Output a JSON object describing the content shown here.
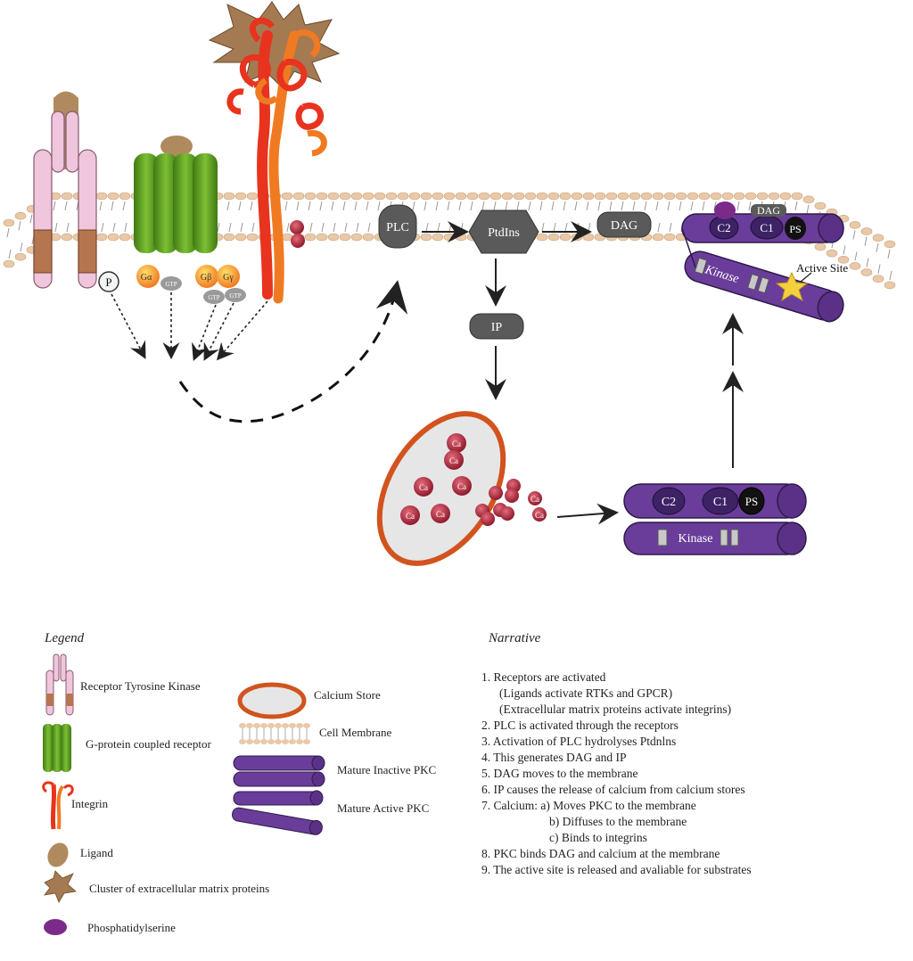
{
  "nodes": {
    "plc": "PLC",
    "ptdins": "PtdIns",
    "dag": "DAG",
    "ip": "IP",
    "p_label": "P",
    "g_alpha": "Gα",
    "g_beta": "Gβ",
    "g_gamma": "Gγ",
    "gtp": "GTP",
    "ca": "Ca",
    "c1": "C1",
    "c2": "C2",
    "ps": "PS",
    "kinase": "Kinase",
    "active_site": "Active Site"
  },
  "legend": {
    "title": "Legend",
    "rtk": "Receptor Tyrosine Kinase",
    "gpcr": "G-protein coupled receptor",
    "integrin": "Integrin",
    "ligand": "Ligand",
    "ecm": "Cluster of extracellular matrix proteins",
    "ps": "Phosphatidylserine",
    "calcium_store": "Calcium Store",
    "membrane": "Cell Membrane",
    "inactive_pkc": "Mature Inactive PKC",
    "active_pkc": "Mature Active PKC"
  },
  "narrative": {
    "title": "Narrative",
    "lines": [
      "1. Receptors are activated",
      "(Ligands activate RTKs and GPCR)",
      "(Extracellular matrix proteins activate integrins)",
      "2. PLC is activated through the receptors",
      "3. Activation of PLC hydrolyses Ptdnlns",
      "4. This generates DAG and IP",
      "5. DAG moves to the membrane",
      "6. IP causes the release of calcium from calcium stores",
      "7. Calcium: a) Moves PKC to the membrane",
      "b) Diffuses to the membrane",
      "c) Binds to integrins",
      "8. PKC binds DAG and calcium at the membrane",
      "9. The active site is released and avaliable for substrates"
    ]
  },
  "colors": {
    "membrane_head": "#e9c9a8",
    "rtk_pink": "#f0c6dc",
    "rtk_brown": "#b5764f",
    "gpcr_green": "#5f9e22",
    "integrin_red": "#e8331e",
    "integrin_orange": "#f07a22",
    "ligand_brown": "#b08a5f",
    "node_gray": "#5a5a5a",
    "pkc_purple": "#6a3d9a",
    "calcium_red": "#b3243a",
    "store_orange": "#d2531e",
    "ps_purple": "#7b2a8a"
  }
}
